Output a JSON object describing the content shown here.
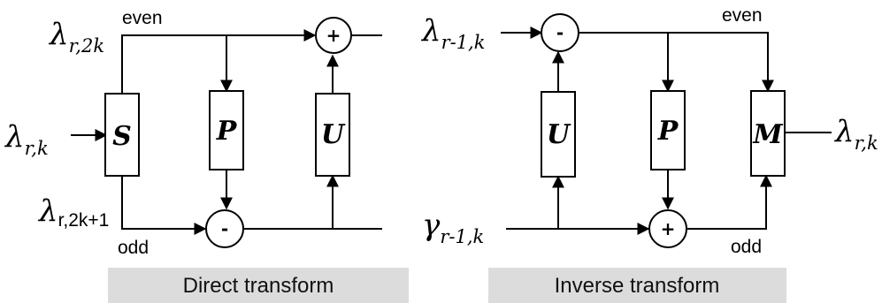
{
  "direct": {
    "input": {
      "base": "λ",
      "sub": "r,k"
    },
    "top_input": {
      "base": "λ",
      "sub": "r,2k"
    },
    "bottom_input": {
      "base": "λ",
      "sub": "r,2k+1"
    },
    "even_label": "even",
    "odd_label": "odd",
    "blocks": {
      "split": "S",
      "predict": "P",
      "update": "U"
    },
    "ops": {
      "top": "+",
      "bottom": "-"
    },
    "caption": "Direct transform"
  },
  "inverse": {
    "top_input": {
      "base": "λ",
      "sub": "r-1,k"
    },
    "bottom_input": {
      "base": "γ",
      "sub": "r-1,k"
    },
    "output": {
      "base": "λ",
      "sub": "r,k"
    },
    "even_label": "even",
    "odd_label": "odd",
    "blocks": {
      "update": "U",
      "predict": "P",
      "merge": "M"
    },
    "ops": {
      "top": "-",
      "bottom": "+"
    },
    "caption": "Inverse transform"
  }
}
